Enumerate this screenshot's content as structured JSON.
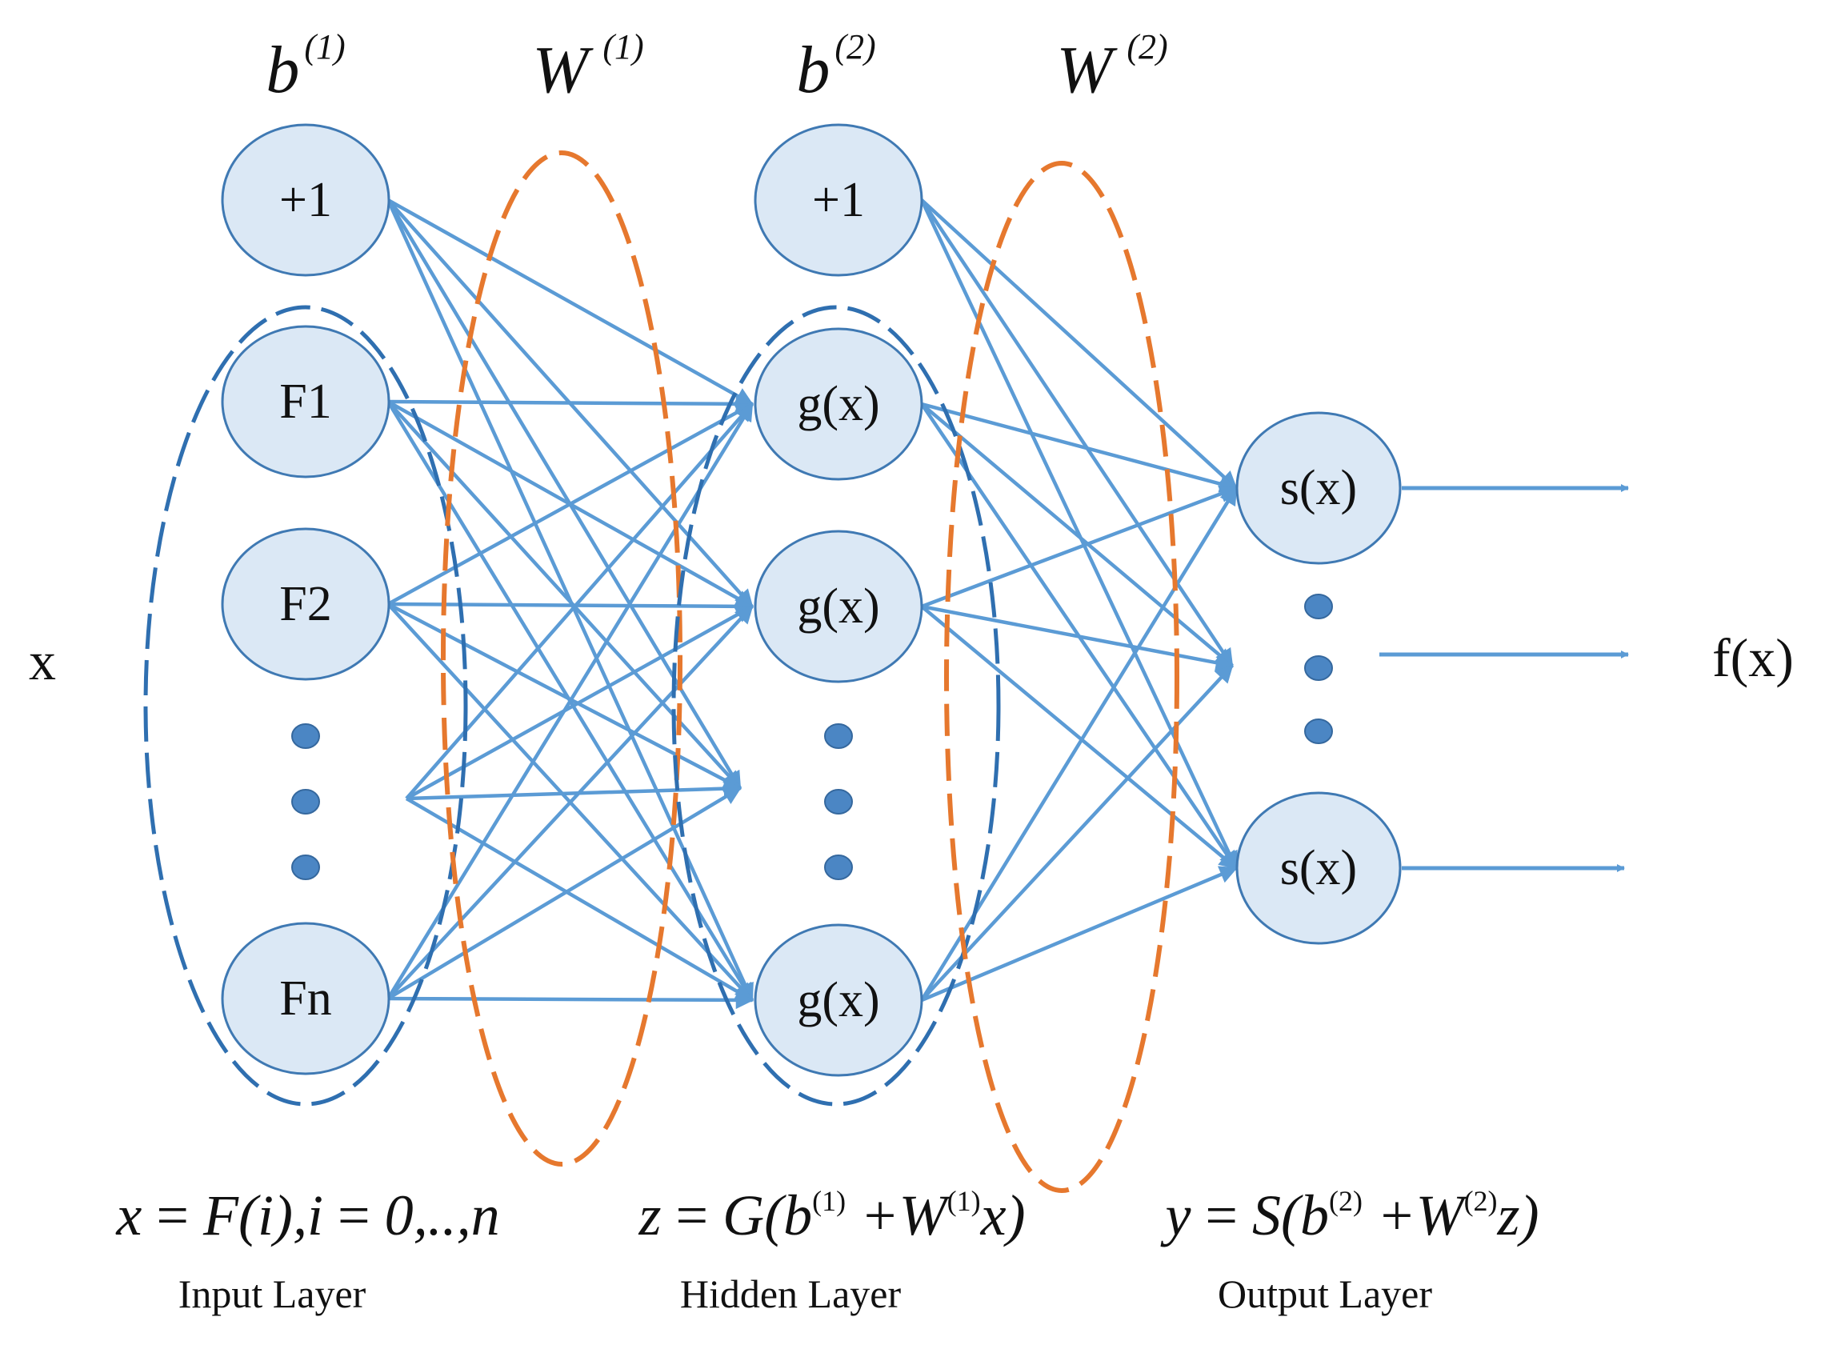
{
  "parameters": {
    "b1": {
      "symbol": "b",
      "sup": "(1)"
    },
    "w1": {
      "symbol": "W",
      "sup": "(1)"
    },
    "b2": {
      "symbol": "b",
      "sup": "(2)"
    },
    "w2": {
      "symbol": "W",
      "sup": "(2)"
    }
  },
  "input_layer": {
    "bias_label": "+1",
    "nodes": [
      "F1",
      "F2",
      "Fn"
    ],
    "side_label": "x",
    "name": "Input Layer",
    "formula": {
      "lhs": "x",
      "rhs": "F(i),i",
      "range": "0,..,n"
    }
  },
  "hidden_layer": {
    "bias_label": "+1",
    "nodes": [
      "g(x)",
      "g(x)",
      "g(x)"
    ],
    "name": "Hidden Layer",
    "formula": {
      "lhs": "z",
      "g": "G(b",
      "sup1": "(1)",
      "w": " +W",
      "sup2": "(1)",
      "tail": "x)"
    }
  },
  "output_layer": {
    "nodes": [
      "s(x)",
      "s(x)"
    ],
    "side_label": "f(x)",
    "name": "Output Layer",
    "formula": {
      "lhs": "y",
      "s": "S(b",
      "sup1": "(2)",
      "w": " +W",
      "sup2": "(2)",
      "tail": "z)"
    }
  },
  "colors": {
    "node_fill": "#dbe8f5",
    "node_stroke": "#3f79b3",
    "connection": "#5b9bd5",
    "group_blue": "#2f6fb0",
    "group_orange": "#e6782e"
  }
}
